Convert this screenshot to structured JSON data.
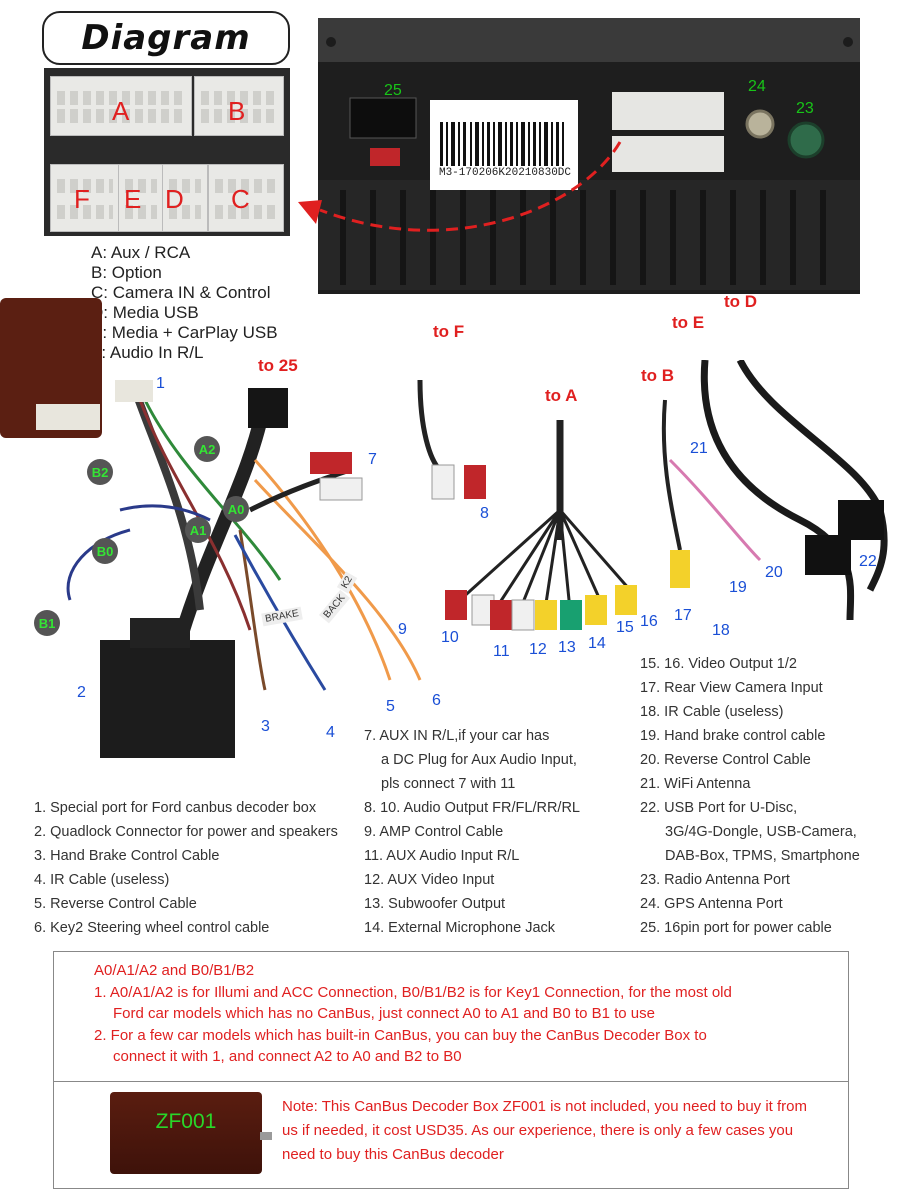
{
  "title": "Diagram",
  "plug_letters": [
    "A",
    "B",
    "F",
    "E",
    "D",
    "C"
  ],
  "legend": [
    "A: Aux / RCA",
    "B: Option",
    "C: Camera IN & Control",
    "D: Media USB",
    "E: Media + CarPlay USB",
    "F: Audio In R/L"
  ],
  "unit": {
    "barcode_label": "M3-170206K20210830DC",
    "port_numbers": [
      "25",
      "24",
      "23"
    ]
  },
  "callouts": {
    "to_25": "to 25",
    "to_f": "to F",
    "to_a": "to A",
    "to_b": "to B",
    "to_e": "to E",
    "to_d": "to D"
  },
  "badges": [
    "B2",
    "A2",
    "A0",
    "A1",
    "B0",
    "B1"
  ],
  "cable_numbers": [
    "1",
    "2",
    "3",
    "4",
    "5",
    "6",
    "7",
    "8",
    "9",
    "10",
    "11",
    "12",
    "13",
    "14",
    "15",
    "16",
    "17",
    "18",
    "19",
    "20",
    "21",
    "22"
  ],
  "cable_labels": [
    "BRAKE",
    "BACK",
    "K2"
  ],
  "descriptions_left": [
    "1. Special port for Ford canbus decoder box",
    "2. Quadlock Connector for power and speakers",
    "3. Hand Brake Control Cable",
    "4. IR Cable (useless)",
    "5. Reverse Control Cable",
    "6. Key2 Steering wheel control cable"
  ],
  "descriptions_mid": [
    "7. AUX IN R/L,if your car has",
    "a DC Plug for Aux Audio Input,",
    "pls connect 7 with 11",
    "8. 10. Audio Output FR/FL/RR/RL",
    "9. AMP Control Cable",
    "11. AUX Audio Input R/L",
    "12. AUX Video Input",
    "13. Subwoofer Output",
    "14. External Microphone Jack"
  ],
  "descriptions_right": [
    "15. 16. Video Output 1/2",
    "17. Rear View Camera Input",
    "18. IR Cable (useless)",
    "19. Hand brake control cable",
    "20. Reverse Control Cable",
    "21. WiFi Antenna",
    "22. USB Port for U-Disc,",
    "3G/4G-Dongle, USB-Camera,",
    "DAB-Box, TPMS, Smartphone",
    "23. Radio Antenna Port",
    "24. GPS Antenna Port",
    "25. 16pin port for power cable"
  ],
  "notes": {
    "heading": "A0/A1/A2 and B0/B1/B2",
    "item1_line1": "1. A0/A1/A2 is for Illumi and ACC Connection, B0/B1/B2 is for Key1 Connection, for the most old",
    "item1_line2": "Ford car models which has no CanBus, just connect A0 to A1 and B0 to B1 to use",
    "item2_line1": "2. For a few car models which has built-in CanBus, you can buy the CanBus Decoder Box to",
    "item2_line2": "connect it with 1, and connect A2 to A0 and B2 to B0",
    "decoder_label": "ZF001",
    "note_line1": "Note: This CanBus Decoder Box ZF001 is not included, you need to buy it from",
    "note_line2": "us if needed, it cost USD35. As our experience, there is only a few cases you",
    "note_line3": "need to buy this CanBus decoder"
  },
  "colors": {
    "callout_red": "#e02020",
    "number_blue": "#1a4fd6",
    "port_green": "#18c418",
    "decoder_brown": "#5b1f12"
  }
}
